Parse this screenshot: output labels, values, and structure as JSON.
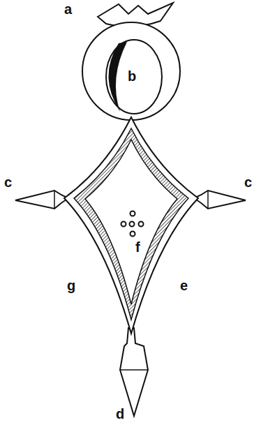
{
  "diagram": {
    "labels": [
      "a",
      "b",
      "c",
      "c",
      "f",
      "g",
      "e",
      "d"
    ]
  }
}
